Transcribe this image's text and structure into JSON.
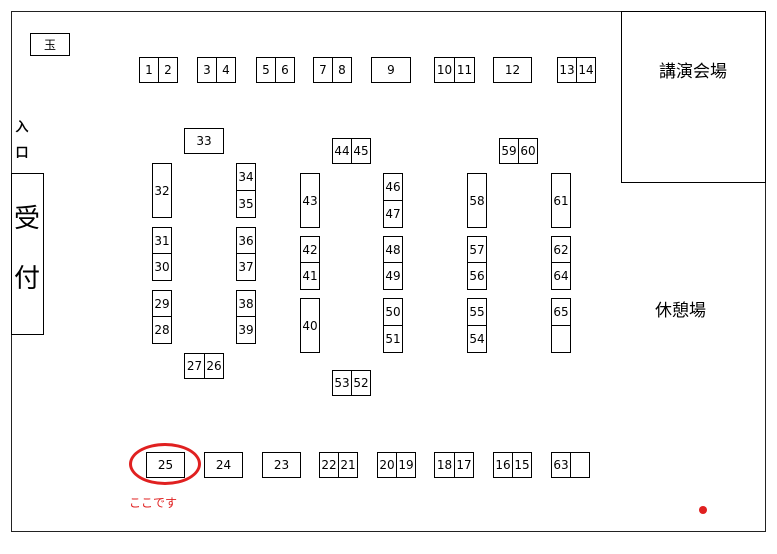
{
  "marker": "玉",
  "entrance": [
    "入",
    "口"
  ],
  "reception": [
    "受",
    "付"
  ],
  "lecture_hall": "講演会場",
  "rest_area": "休憩場",
  "here_label": "ここです",
  "colors": {
    "highlight": "#e02020",
    "line": "#000000"
  },
  "booths": {
    "b1": "1",
    "b2": "2",
    "b3": "3",
    "b4": "4",
    "b5": "5",
    "b6": "6",
    "b7": "7",
    "b8": "8",
    "b9": "9",
    "b10": "10",
    "b11": "11",
    "b12": "12",
    "b13": "13",
    "b14": "14",
    "b15": "15",
    "b16": "16",
    "b17": "17",
    "b18": "18",
    "b19": "19",
    "b20": "20",
    "b21": "21",
    "b22": "22",
    "b23": "23",
    "b24": "24",
    "b25": "25",
    "b26": "26",
    "b27": "27",
    "b28": "28",
    "b29": "29",
    "b30": "30",
    "b31": "31",
    "b32": "32",
    "b33": "33",
    "b34": "34",
    "b35": "35",
    "b36": "36",
    "b37": "37",
    "b38": "38",
    "b39": "39",
    "b40": "40",
    "b41": "41",
    "b42": "42",
    "b43": "43",
    "b44": "44",
    "b45": "45",
    "b46": "46",
    "b47": "47",
    "b48": "48",
    "b49": "49",
    "b50": "50",
    "b51": "51",
    "b52": "52",
    "b53": "53",
    "b54": "54",
    "b55": "55",
    "b56": "56",
    "b57": "57",
    "b58": "58",
    "b59": "59",
    "b60": "60",
    "b61": "61",
    "b62": "62",
    "b63": "63",
    "b64": "64",
    "b65": "65"
  }
}
